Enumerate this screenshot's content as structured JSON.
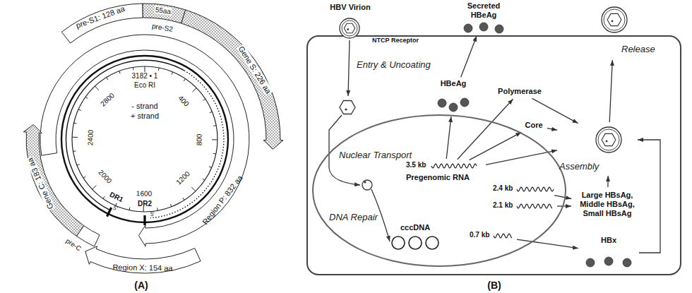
{
  "diagram": {
    "nodes": [
      {
        "text": [
          "Entry & Uncoating"
        ]
      },
      {
        "text": [
          "Nuclear Transport",
          "DNA Repair"
        ],
        "in": 0
      },
      {
        "text": [
          "HBV Virion"
        ]
      },
      {
        "text": [
          "cccDNA"
        ],
        "in": 1
      },
      {
        "text": [
          "3.5 kb",
          "Pregenomic RNA"
        ],
        "in": 1
      },
      {
        "text": [
          "2.4 kb"
        ],
        "in": 1
      },
      {
        "text": [
          "2.1 kb"
        ],
        "in": 1
      },
      {
        "text": [
          "0.7 kb"
        ],
        "in": 1
      },
      {
        "text": [
          "HBeAg"
        ],
        "in": 0
      },
      {
        "text": [
          "Secreted HBeAg"
        ]
      },
      {
        "text": [
          "Polymerase"
        ],
        "in": 0
      },
      {
        "text": [
          "Core"
        ],
        "in": 0
      },
      {
        "text": [
          "Assembly"
        ],
        "in": 0
      },
      {
        "text": [
          "Large HBsAg, Middle HBsAg, Small HBsAg"
        ],
        "in": 0
      },
      {
        "text": [
          "HBx"
        ],
        "in": 0
      },
      {
        "text": [
          "Release"
        ]
      }
    ],
    "edges": [
      {
        "from": 4,
        "to": 8,
        "arrow": "to"
      },
      {
        "from": 8,
        "to": 9,
        "arrow": "to"
      },
      {
        "from": 4,
        "to": 10,
        "arrow": "to"
      },
      {
        "from": 4,
        "to": 11,
        "arrow": "to"
      },
      {
        "from": 4,
        "to": 12,
        "arrow": "to"
      },
      {
        "from": 10,
        "to": 12,
        "arrow": "to"
      },
      {
        "from": 11,
        "to": 12,
        "arrow": "to"
      },
      {
        "from": 5,
        "to": 13,
        "arrow": "to"
      },
      {
        "from": 6,
        "to": 13,
        "arrow": "to"
      },
      {
        "from": 7,
        "to": 14,
        "arrow": "to"
      },
      {
        "from": 13,
        "to": 12,
        "arrow": "to"
      },
      {
        "from": 14,
        "to": 12,
        "arrow": "to"
      },
      {
        "from": 12,
        "to": 15,
        "arrow": "to"
      }
    ],
    "labels": [
      "pre-S1: 128 aa",
      "55aa",
      "pre-S2",
      "Gene S: 226 aa",
      "- strand",
      "+ strand",
      "3182 • 1",
      "Eco RI",
      "400",
      "800",
      "1200",
      "1600",
      "2000",
      "2400",
      "2800",
      "Region P: 832 aa",
      "Region X: 154 aa",
      "Gene C: 183 aa",
      "pre-C",
      "DR1",
      "DR2",
      "5'",
      "5'",
      "(A)",
      "NTCP Receptor",
      "(B)"
    ]
  }
}
